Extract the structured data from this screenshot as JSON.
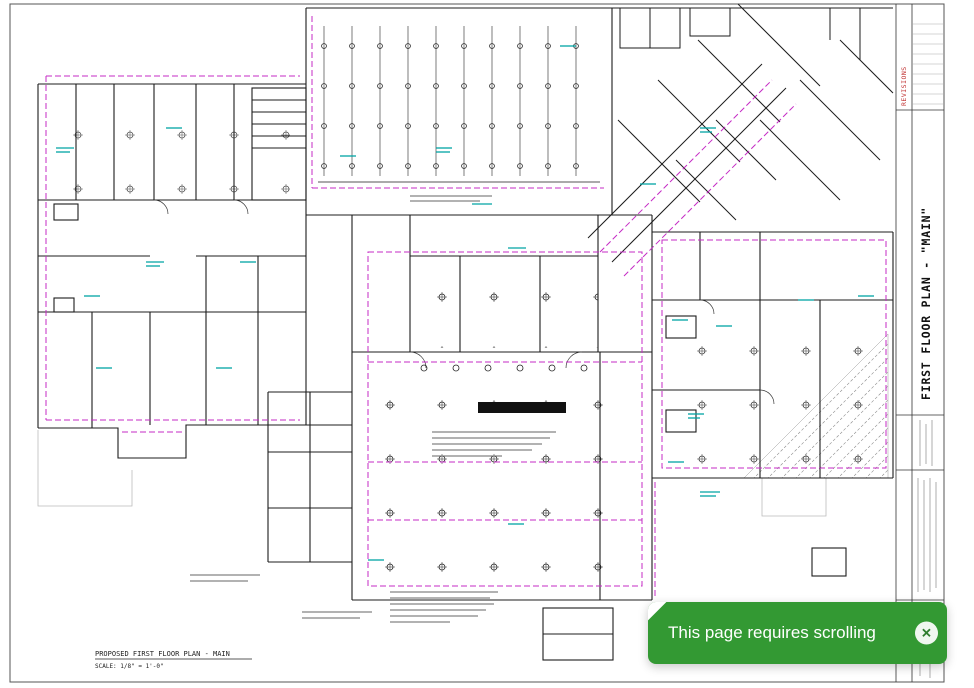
{
  "drawing": {
    "plan_label": "PROPOSED FIRST FLOOR PLAN - MAIN",
    "scale_label": "SCALE: 1/8\" = 1'-0\"",
    "colors": {
      "wall": "#1c1c1c",
      "sprinkler_main": "#c52bc5",
      "annotation": "#00a3a3",
      "revision": "#c03030"
    }
  },
  "title_block": {
    "revisions_label": "REVISIONS",
    "title": "FIRST FLOOR PLAN - \"MAIN\""
  },
  "toast": {
    "message": "This page requires scrolling",
    "close_label": "✕",
    "background": "#339933"
  }
}
